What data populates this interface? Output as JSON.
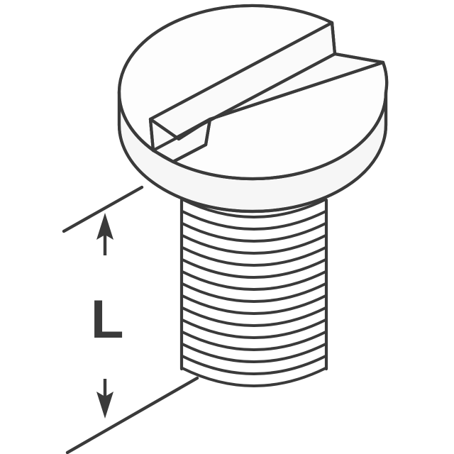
{
  "drawing": {
    "title": "Slotted Pan Head Screw Length Dimension",
    "subject": "slotted-pan-head-screw",
    "view": "isometric",
    "background_color": "#ffffff",
    "line_color": "#3a3a3a",
    "fill_color_top": "#fdfdfd",
    "fill_color_side": "#f6f6f6",
    "fill_color_slot": "#fafafa"
  },
  "dimension": {
    "label": "L",
    "meaning": "screw thread length",
    "label_color": "#3a3a3a",
    "arrow_direction_top": "up",
    "arrow_direction_bottom": "down",
    "extension_line_count": 2
  },
  "parts": {
    "head": {
      "name": "pan head",
      "shape": "elliptical cylinder",
      "drive_type": "slotted",
      "slot_count": 1
    },
    "shank": {
      "name": "threaded shank",
      "thread_arc_count": 15,
      "thread_type": "external"
    }
  },
  "labels": {
    "length_symbol": "L"
  }
}
